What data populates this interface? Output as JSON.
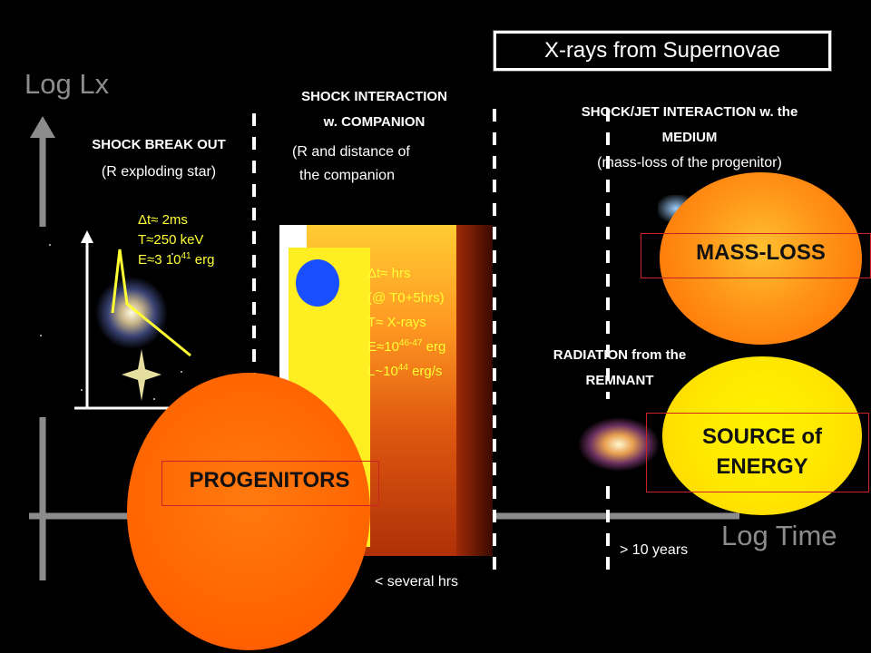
{
  "title": "X-rays from Supernovae",
  "axes": {
    "y_label": "Log Lx",
    "x_label": "Log Time"
  },
  "phases": {
    "breakout": {
      "heading": "SHOCK BREAK OUT",
      "subtext": "(R exploding star)"
    },
    "companion": {
      "heading_line1": "SHOCK INTERACTION",
      "heading_line2": "w. COMPANION",
      "subtext_line1": "(R and distance of",
      "subtext_line2": "the companion"
    },
    "medium": {
      "heading_line1": "SHOCK/JET INTERACTION w. the",
      "heading_line2": "MEDIUM",
      "subtext": "(mass-loss of the progenitor)"
    },
    "remnant": {
      "heading_line1": "RADIATION from the",
      "heading_line2": "REMNANT"
    }
  },
  "breakout_params": {
    "dt": "Δt≈ 2ms",
    "temp": "T≈250 keV",
    "energy_base": "E≈3 10",
    "energy_exp": "41",
    "energy_unit": " erg"
  },
  "companion_params": {
    "dt": "Δt≈ hrs",
    "when": "(@ T0+5hrs)",
    "temp": "T≈ X-rays",
    "energy_base": "E≈10",
    "energy_exp": "46-47",
    "energy_unit": " erg",
    "lum_base": "L~10",
    "lum_exp": "44",
    "lum_unit": " erg/s"
  },
  "time_markers": {
    "several_hrs": "< several hrs",
    "ten_years": "> 10 years"
  },
  "circles": {
    "mass_loss": "MASS-LOSS",
    "source_line1": "SOURCE of",
    "source_line2": "ENERGY",
    "progenitors": "PROGENITORS"
  },
  "colors": {
    "background": "#000000",
    "axis": "#8c8c8c",
    "yellow_text": "#ffff33",
    "orange_circle": "#ff6600",
    "yellow_circle": "#ffee00",
    "box_outline": "#cc2222"
  }
}
